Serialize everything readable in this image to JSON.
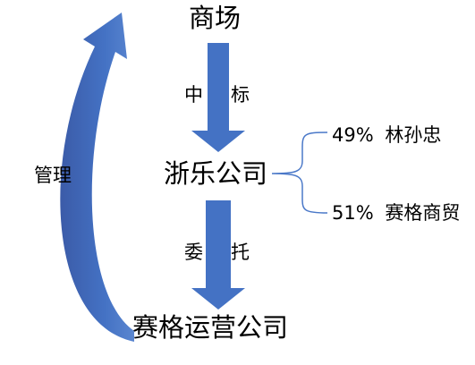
{
  "colors": {
    "arrow_fill": "#4472c4",
    "arrow_gradient_dark": "#3b5ba8",
    "brace_stroke": "#4a78c8",
    "text": "#000000"
  },
  "icons": {
    "down_arrow": "block-arrow-down",
    "curved_arrow": "curved-arrow-up",
    "brace": "curly-brace-right"
  },
  "nodes": {
    "top": "商场",
    "middle": "浙乐公司",
    "bottom": "赛格运营公司"
  },
  "edges": {
    "top_to_middle_left": "中",
    "top_to_middle_right": "标",
    "middle_to_bottom_left": "委",
    "middle_to_bottom_right": "托",
    "bottom_to_top": "管理"
  },
  "shareholders": [
    {
      "percent": "49%",
      "name": "林孙忠"
    },
    {
      "percent": "51%",
      "name": "赛格商贸"
    }
  ]
}
